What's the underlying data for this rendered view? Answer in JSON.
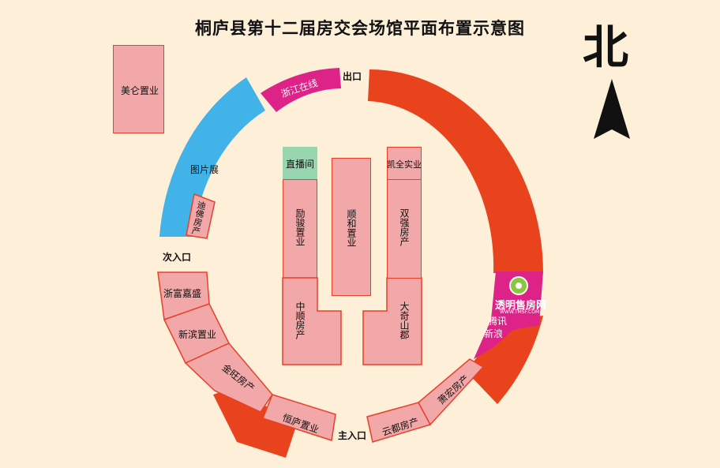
{
  "title": "桐庐县第十二届房交会场馆平面布置示意图",
  "compass": {
    "text": "北"
  },
  "entrances": {
    "exit": "出口",
    "secondary": "次入口",
    "main": "主入口"
  },
  "outer_booths": {
    "zhejiang_online": "浙江在线",
    "photo_exhibit": "图片展",
    "difo": "迪佛房产",
    "zhefu_jiasheng": "浙富嘉盛",
    "xinbin": "新滨置业",
    "jinwang": "金旺房产",
    "henglu": "恒庐置业",
    "yundu": "云都房产",
    "xiaohong": "萧宏房产",
    "tencent": "腾讯",
    "sina": "新浪",
    "tmsf_name": "透明售房网",
    "tmsf_url": "WWW.TMSF.COM"
  },
  "inner_booths": {
    "meilun": "美仑置业",
    "live_room": "直播间",
    "lijun": "励骏置业",
    "zhongshun": "中顺房产",
    "shunhe": "顺和置业",
    "kaiquan": "凯全实业",
    "shuangqiang": "双强房产",
    "daqi": "大奇山郡"
  },
  "colors": {
    "background": "#fdefd8",
    "booth_fill": "#f2a7a8",
    "booth_border": "#e8402a",
    "red_zone": "#e8431c",
    "blue_zone": "#42b3e8",
    "magenta_zone": "#dd2288",
    "live_room": "#98d6b0"
  }
}
